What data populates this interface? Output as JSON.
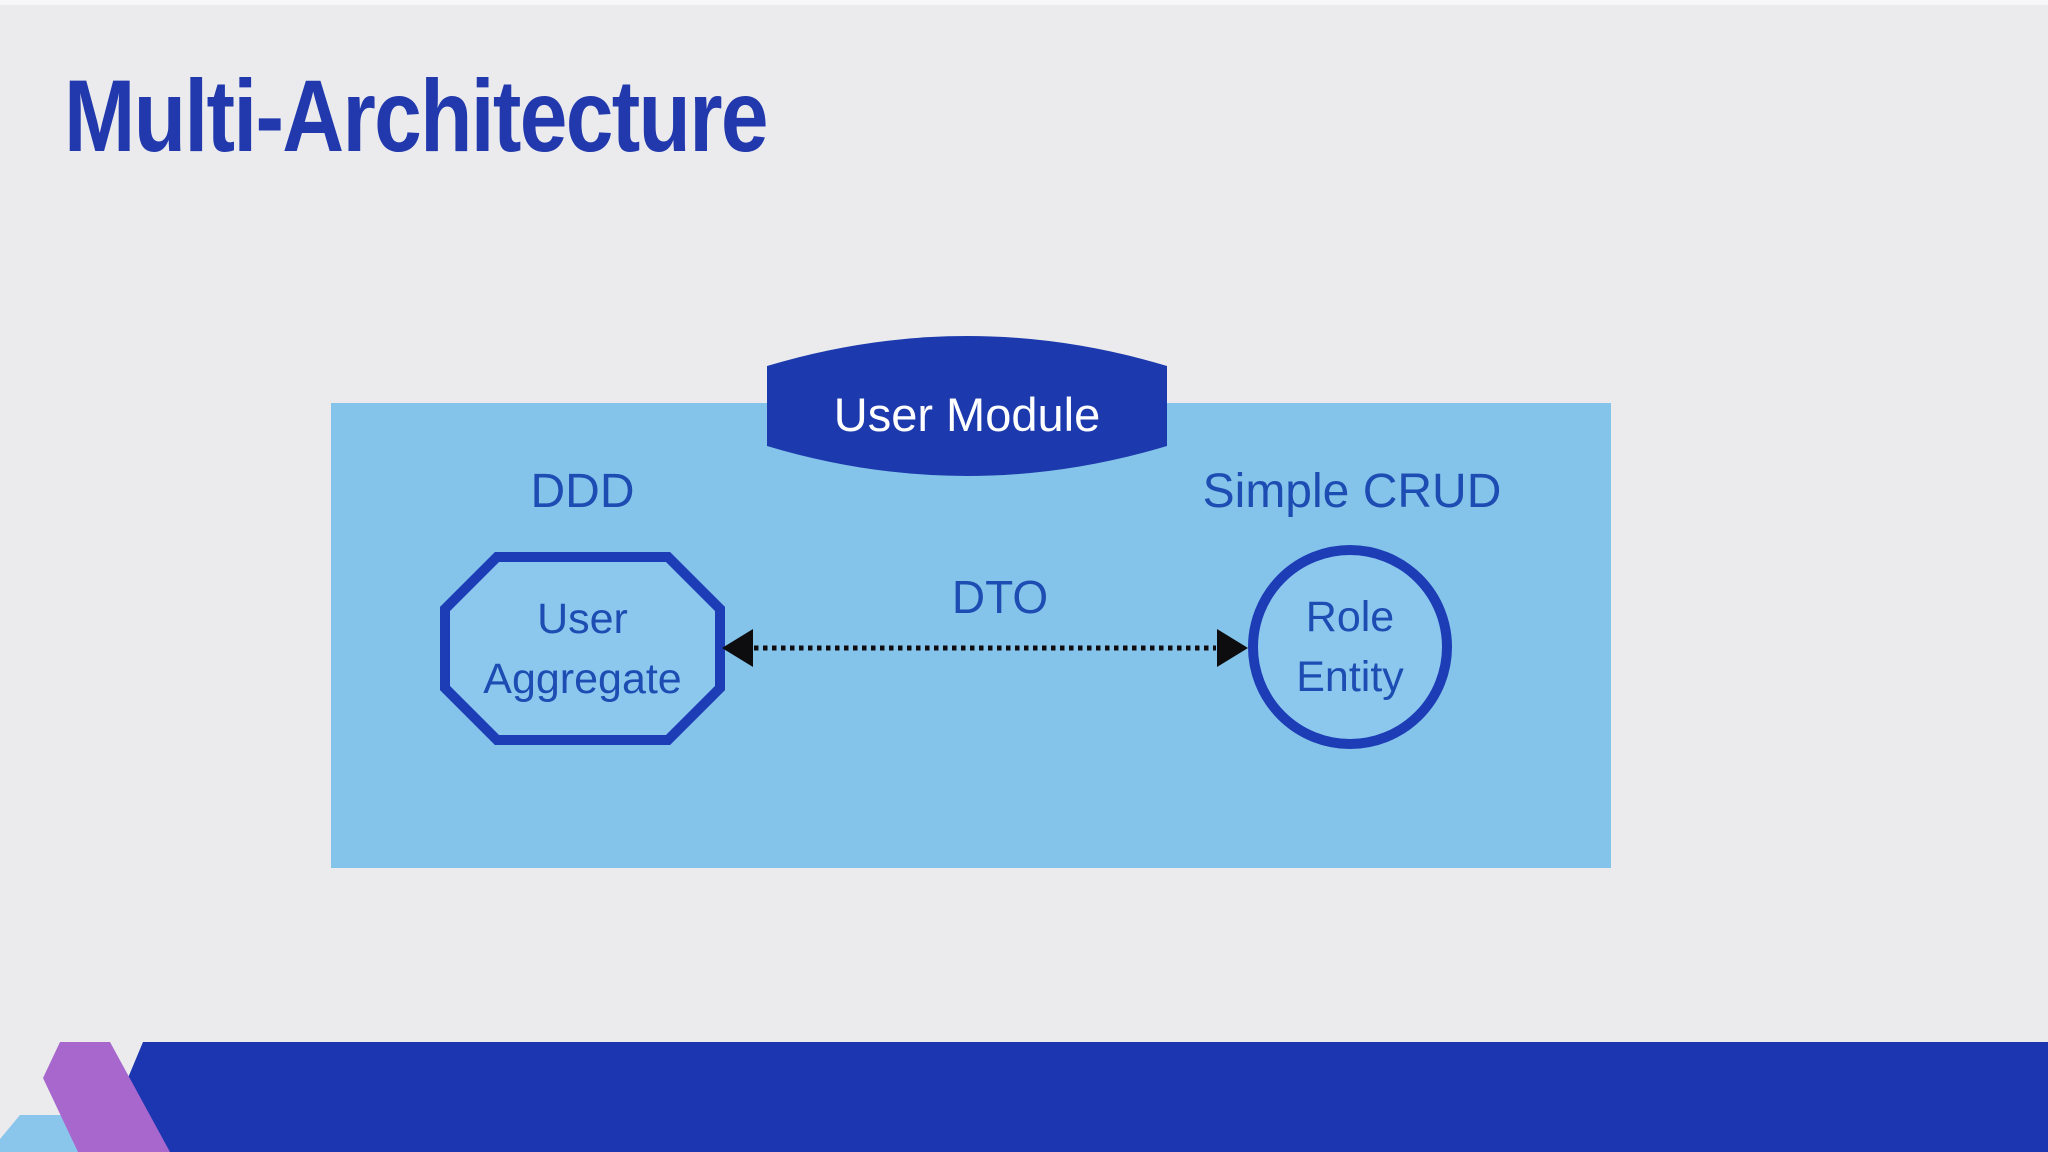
{
  "slide": {
    "title": "Multi-Architecture"
  },
  "diagram": {
    "module_badge": {
      "label": "User Module"
    },
    "left_section": {
      "label": "DDD",
      "node": {
        "shape": "octagon",
        "line1": "User",
        "line2": "Aggregate"
      }
    },
    "right_section": {
      "label": "Simple CRUD",
      "node": {
        "shape": "circle",
        "line1": "Role",
        "line2": "Entity"
      }
    },
    "connection": {
      "label": "DTO",
      "style": "dotted double-headed arrow"
    }
  },
  "colors": {
    "background": "#ebebed",
    "title_text": "#2239ae",
    "panel_fill": "#85c4ea",
    "badge_fill": "#1c3aad",
    "badge_text": "#ffffff",
    "node_stroke": "#1d3db6",
    "node_fill": "#8cc8ee",
    "label_text": "#1d4cb2",
    "arrow": "#0d0d10",
    "footer_bar": "#1b36b0",
    "logo_purple": "#a767cd",
    "logo_lightblue": "#8ac5ec"
  }
}
